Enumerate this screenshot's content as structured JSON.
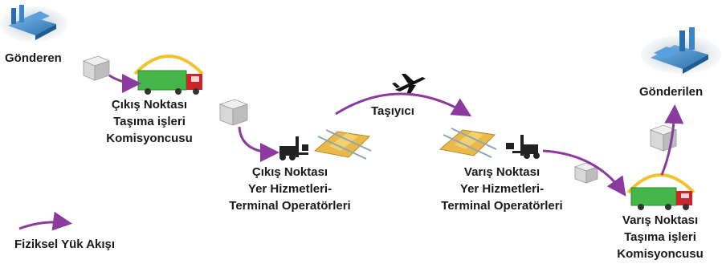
{
  "nodes": {
    "sender": "Gönderen",
    "origin_forwarder": [
      "Çıkış Noktası",
      "Taşıma işleri",
      "Komisyoncusu"
    ],
    "origin_terminal": [
      "Çıkış Noktası",
      "Yer Hizmetleri-",
      "Terminal Operatörleri"
    ],
    "carrier": "Taşıyıcı",
    "dest_terminal": [
      "Varış Noktası",
      "Yer Hizmetleri-",
      "Terminal Operatörleri"
    ],
    "dest_forwarder": [
      "Varış Noktası",
      "Taşıma işleri",
      "Komisyoncusu"
    ],
    "receiver": "Gönderilen"
  },
  "legend": {
    "label": "Fiziksel Yük Akışı"
  },
  "colors": {
    "flow_arrow": "#8b3a9e",
    "factory": "#3d86c6",
    "truck_cab": "#c9262c",
    "truck_cargo": "#45b649",
    "box": "#d8d8d8",
    "text": "#1a1a1a"
  }
}
